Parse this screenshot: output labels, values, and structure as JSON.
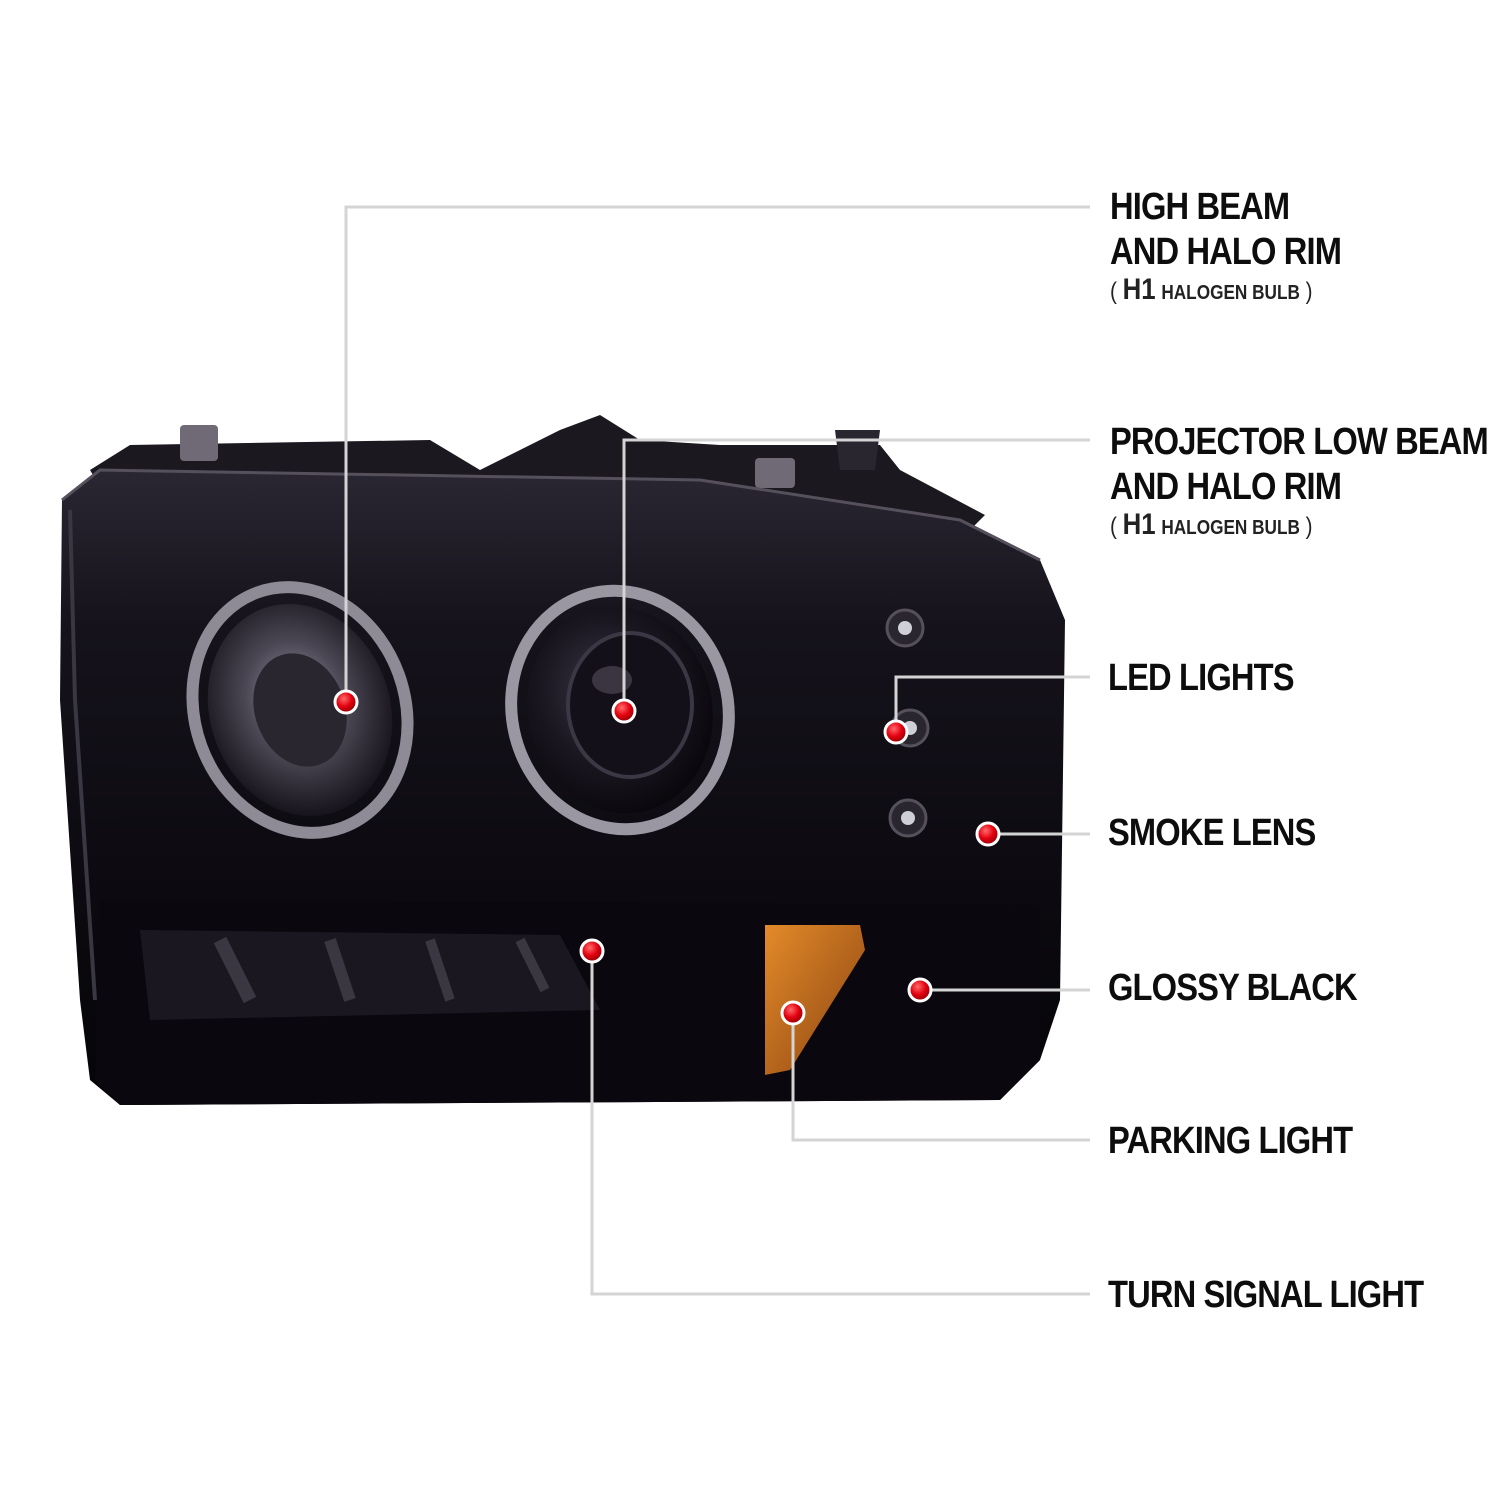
{
  "callouts": [
    {
      "id": "high-beam",
      "lines": [
        "HIGH BEAM",
        "AND HALO RIM"
      ],
      "sub": {
        "open": "(",
        "code": "H1",
        "text": "HALOGEN BULB",
        "close": ")"
      }
    },
    {
      "id": "projector-low-beam",
      "lines": [
        "PROJECTOR LOW BEAM",
        "AND HALO RIM"
      ],
      "sub": {
        "open": "(",
        "code": "H1",
        "text": "HALOGEN BULB",
        "close": ")"
      }
    },
    {
      "id": "led-lights",
      "lines": [
        "LED LIGHTS"
      ]
    },
    {
      "id": "smoke-lens",
      "lines": [
        "SMOKE LENS"
      ]
    },
    {
      "id": "glossy-black",
      "lines": [
        "GLOSSY BLACK"
      ]
    },
    {
      "id": "parking-light",
      "lines": [
        "PARKING LIGHT"
      ]
    },
    {
      "id": "turn-signal-light",
      "lines": [
        "TURN SIGNAL LIGHT"
      ]
    }
  ],
  "colors": {
    "background": "#ffffff",
    "leader_line": "#d4d4d4",
    "dot": "#e3000f",
    "housing": "#0b0810",
    "amber": "#c9721a"
  }
}
